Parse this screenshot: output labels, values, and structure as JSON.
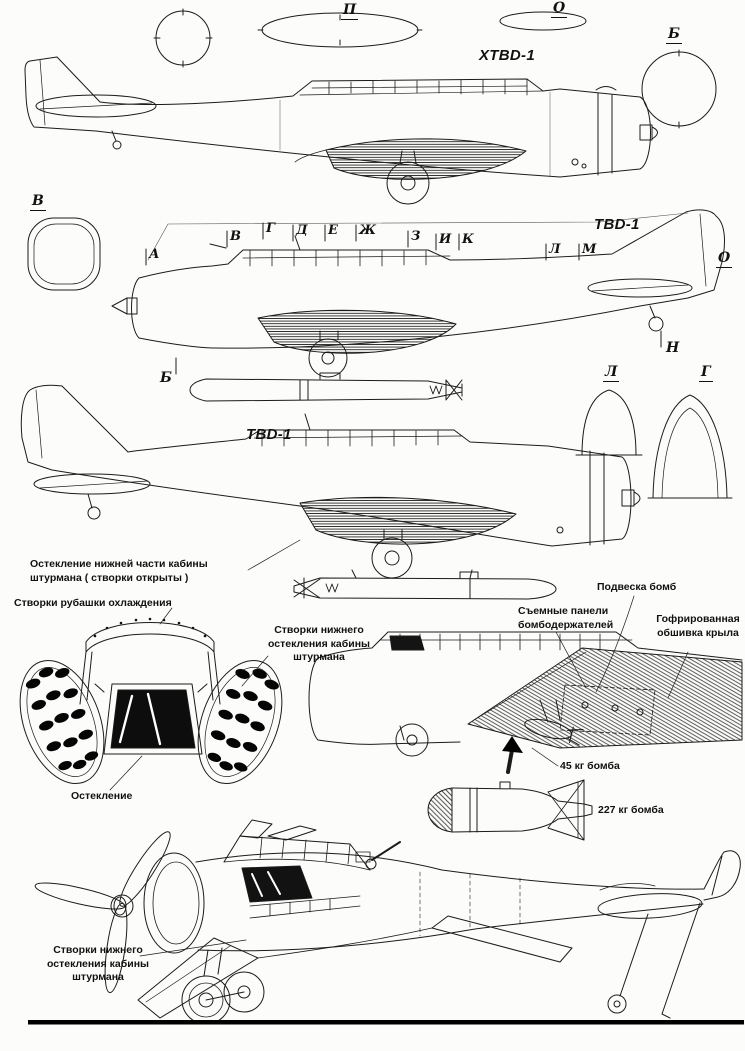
{
  "drawings": {
    "top_aircraft_label": "XTBD-1",
    "middle_aircraft_label": "TBD-1",
    "lower_aircraft_label": "TBD-1"
  },
  "section_letters": {
    "top_ellipse": "П",
    "top_right_ellipse": "О",
    "top_right_circle": "Б",
    "left_fuselage_section": "В",
    "right_mid_o": "О",
    "right_mid_n": "Н",
    "mid_lower_b": "Б",
    "nose_cone_left": "Л",
    "nose_cone_right": "Г",
    "station_ticks": [
      "А",
      "В",
      "Г",
      "Д",
      "Е",
      "Ж",
      "З",
      "И",
      "К",
      "Л",
      "М"
    ]
  },
  "annotations": {
    "lower_glazing_open": "Остекление нижней части кабины штурмана ( створки открыты )",
    "cooling_jacket_flaps": "Створки рубашки охлаждения",
    "navigator_glazing_flaps": "Створки нижнего остекления кабины штурмана",
    "glazing": "Остекление",
    "bomb_suspension": "Подвеска бомб",
    "removable_bomb_rack_panels": "Съемные панели бомбодержателей",
    "corrugated_wing_skin": "Гофрированная обшивка крыла",
    "bomb_45kg": "45 кг бомба",
    "bomb_227kg": "227 кг бомба",
    "navigator_glazing_flaps_bottom": "Створки нижнего остекления кабины штурмана"
  }
}
